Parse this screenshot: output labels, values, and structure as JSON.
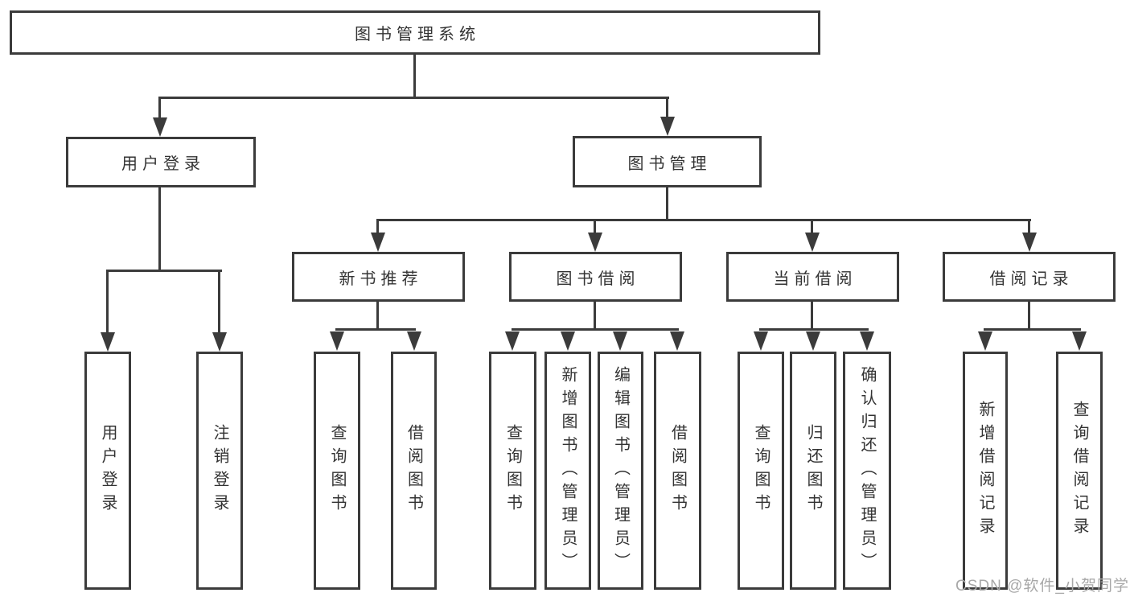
{
  "diagram": {
    "root_label": "图书管理系统",
    "l2": {
      "user": "用户登录",
      "mgmt": "图书管理"
    },
    "l3": {
      "recommend": "新书推荐",
      "borrow": "图书借阅",
      "current": "当前借阅",
      "records": "借阅记录"
    },
    "leaves": {
      "user": [
        "用户登录",
        "注销登录"
      ],
      "recommend": [
        "查询图书",
        "借阅图书"
      ],
      "borrow": [
        "查询图书",
        "新增图书（管理员）",
        "编辑图书（管理员）",
        "借阅图书"
      ],
      "current": [
        "查询图书",
        "归还图书",
        "确认归还（管理员）"
      ],
      "records": [
        "新增借阅记录",
        "查询借阅记录"
      ]
    },
    "watermark": "CSDN @软件_小贺同学",
    "colors": {
      "line": "#3b3b3b",
      "text": "#333333",
      "box_bg": "#ffffff",
      "watermark": "#a8a8a8"
    }
  }
}
